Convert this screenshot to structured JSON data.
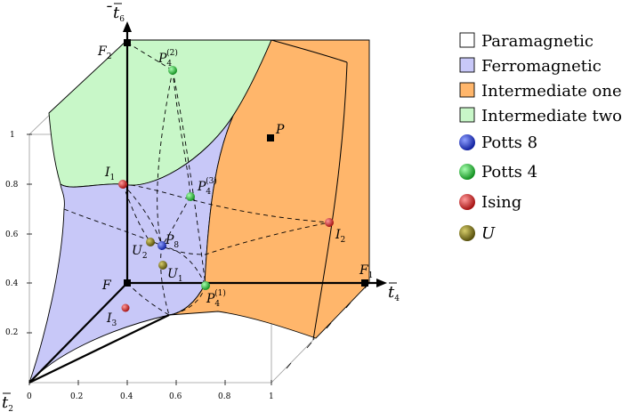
{
  "axes": {
    "t6": {
      "base": "t",
      "sub": "6"
    },
    "t4": {
      "base": "t",
      "sub": "4"
    },
    "t2": {
      "base": "t",
      "sub": "2"
    }
  },
  "ticks": {
    "vertical": [
      "1",
      "0.8",
      "0.6",
      "0.4",
      "0.2"
    ],
    "horizontal": [
      "0",
      "0.2",
      "0.4",
      "0.6",
      "0.8",
      "1"
    ]
  },
  "points": {
    "F": "F",
    "F1": {
      "base": "F",
      "sub": "1"
    },
    "F2": {
      "base": "F",
      "sub": "2"
    },
    "P": "P",
    "I1": {
      "base": "I",
      "sub": "1"
    },
    "I2": {
      "base": "I",
      "sub": "2"
    },
    "I3": {
      "base": "I",
      "sub": "3"
    },
    "P4_1": {
      "base": "P",
      "sub": "4",
      "sup": "(1)"
    },
    "P4_2": {
      "base": "P",
      "sub": "4",
      "sup": "(2)"
    },
    "P4_3": {
      "base": "P",
      "sub": "4",
      "sup": "(3)"
    },
    "P8": {
      "base": "P",
      "sub": "8"
    },
    "U1": {
      "base": "U",
      "sub": "1"
    },
    "U2": {
      "base": "U",
      "sub": "2"
    }
  },
  "legend": [
    {
      "label": "Paramagnetic",
      "kind": "square",
      "color": "#ffffff"
    },
    {
      "label": "Ferromagnetic",
      "kind": "square",
      "color": "#c8c8f8"
    },
    {
      "label": "Intermediate one",
      "kind": "square",
      "color": "#ffb66b"
    },
    {
      "label": "Intermediate two",
      "kind": "square",
      "color": "#c8f7c8"
    },
    {
      "label": "Potts 8",
      "kind": "ball",
      "color": "#1c2fd8"
    },
    {
      "label": "Potts 4",
      "kind": "ball",
      "color": "#19c22a"
    },
    {
      "label": "Ising",
      "kind": "ball",
      "color": "#d81c1c"
    },
    {
      "label": "U",
      "kind": "ball",
      "color": "#857a12"
    }
  ],
  "colors": {
    "ferro": "#c8c8f8",
    "inter1": "#ffb66b",
    "inter2": "#c8f7c8",
    "potts8": "#1c2fd8",
    "potts4": "#19c22a",
    "ising": "#d81c1c",
    "u": "#857a12"
  }
}
